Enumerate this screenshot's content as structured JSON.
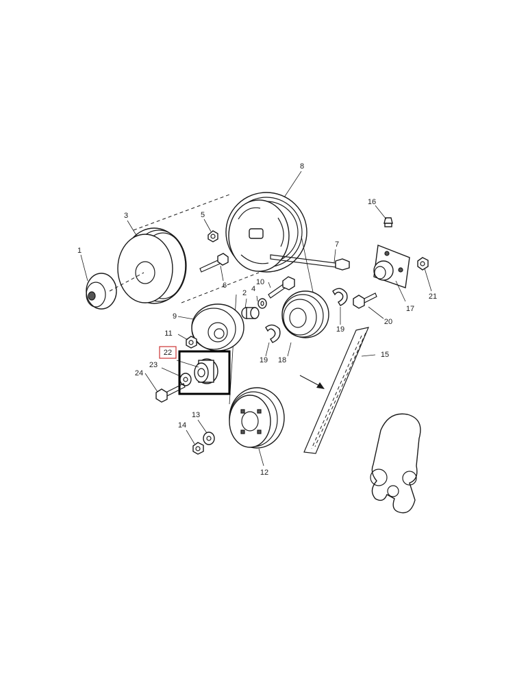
{
  "diagram": {
    "labels": {
      "p1": "1",
      "p2": "2",
      "p3": "3",
      "p4": "4",
      "p5": "5",
      "p6": "6",
      "p7": "7",
      "p8": "8",
      "p9": "9",
      "p10": "10",
      "p11": "11",
      "p12": "12",
      "p13": "13",
      "p14": "14",
      "p15": "15",
      "p16": "16",
      "p17": "17",
      "p18": "18",
      "p19a": "19",
      "p19b": "19",
      "p20": "20",
      "p21": "21",
      "p22": "22",
      "p23": "23",
      "p24": "24"
    },
    "colors": {
      "line": "#1a1a1a",
      "highlight_box": "#000000",
      "callout_box": "#cc3333"
    }
  }
}
